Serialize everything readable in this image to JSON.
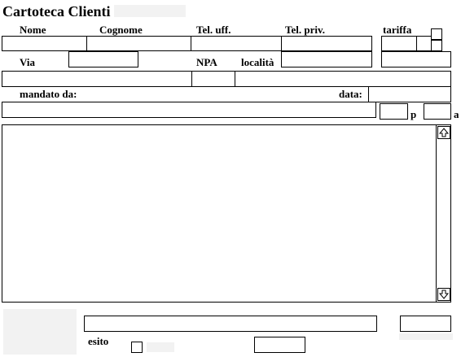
{
  "window": {
    "title": "Cartoteca Clienti"
  },
  "labels": {
    "nome": "Nome",
    "cognome": "Cognome",
    "tel_uff": "Tel. uff.",
    "tel_priv": "Tel. priv.",
    "tariffa": "tariffa",
    "via": "Via",
    "npa": "NPA",
    "localita": "località",
    "mandato_da": "mandato da:",
    "data": "data:",
    "p": "p",
    "a": "a",
    "esito": "esito"
  },
  "fields": {
    "nome": "",
    "cognome": "",
    "tel_uff": "",
    "tel_priv": "",
    "tariffa_1": "",
    "tariffa_2": "",
    "header_extra": "",
    "via": "",
    "indirizzo": "",
    "npa": "",
    "localita": "",
    "localita_extra": "",
    "mandato_da": "",
    "data": "",
    "p": "",
    "a": "",
    "note": "",
    "bottom_text": "",
    "bottom_right": "",
    "esito_value": ""
  },
  "icons": {
    "scroll_up": "arrow-up-icon",
    "scroll_down": "arrow-down-icon"
  }
}
